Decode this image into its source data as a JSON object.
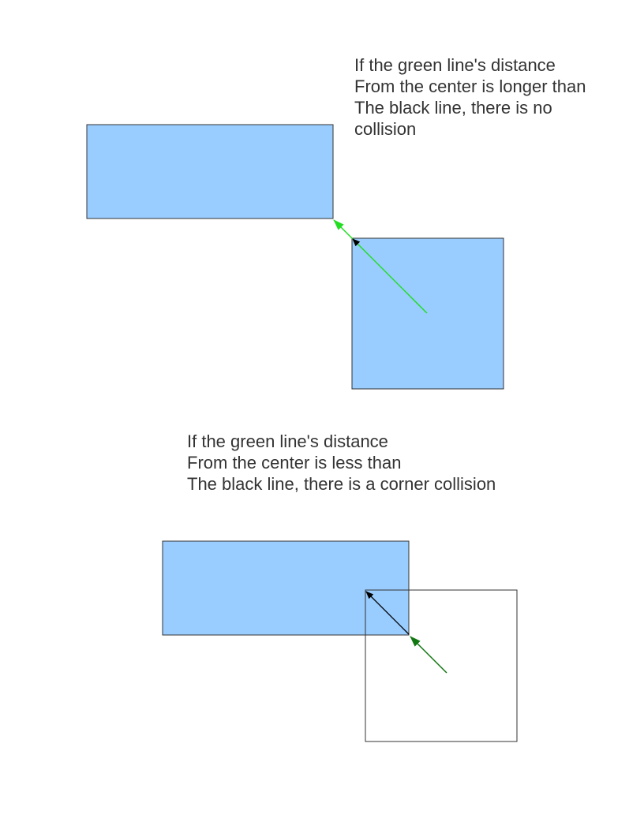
{
  "captions": {
    "top": [
      "If the green line's distance",
      "From the center is longer than",
      "The black line, there is no",
      "collision"
    ],
    "bottom": [
      "If the green line's distance",
      "From the center is less than",
      "The black line, there is a corner collision"
    ]
  },
  "colors": {
    "box_fill": "#99ccff",
    "box_stroke": "#333333",
    "bright_green": "#22dd22",
    "dark_green": "#117711",
    "black": "#000000"
  }
}
